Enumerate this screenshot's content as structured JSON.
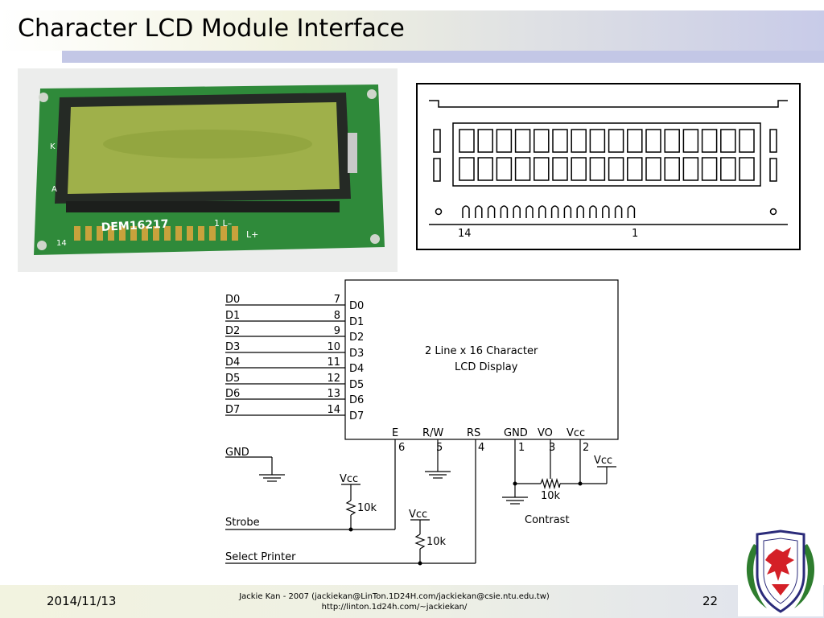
{
  "slide": {
    "title": "Character LCD Module Interface"
  },
  "photo": {
    "module_marking": "DEM16217",
    "label_1l": "1 L–",
    "label_lplus": "L+",
    "label_k": "K",
    "label_a": "A",
    "label_14": "14"
  },
  "outline": {
    "pin_left": "14",
    "pin_right": "1"
  },
  "schematic": {
    "display_line1": "2 Line x 16 Character",
    "display_line2": "LCD Display",
    "data_pins": [
      {
        "signal": "D0",
        "pin": "7",
        "port": "D0"
      },
      {
        "signal": "D1",
        "pin": "8",
        "port": "D1"
      },
      {
        "signal": "D2",
        "pin": "9",
        "port": "D2"
      },
      {
        "signal": "D3",
        "pin": "10",
        "port": "D3"
      },
      {
        "signal": "D4",
        "pin": "11",
        "port": "D4"
      },
      {
        "signal": "D5",
        "pin": "12",
        "port": "D5"
      },
      {
        "signal": "D6",
        "pin": "13",
        "port": "D6"
      },
      {
        "signal": "D7",
        "pin": "14",
        "port": "D7"
      }
    ],
    "bottom_pins": {
      "e": {
        "name": "E",
        "pin": "6"
      },
      "rw": {
        "name": "R/W",
        "pin": "5"
      },
      "rs": {
        "name": "RS",
        "pin": "4"
      },
      "gnd": {
        "name": "GND",
        "pin": "1"
      },
      "vo": {
        "name": "VO",
        "pin": "3"
      },
      "vcc": {
        "name": "Vcc",
        "pin": "2"
      }
    },
    "gnd_label": "GND",
    "strobe_label": "Strobe",
    "select_printer_label": "Select Printer",
    "vcc_label": "Vcc",
    "resistor_value": "10k",
    "contrast_label": "Contrast"
  },
  "footer": {
    "date": "2014/11/13",
    "credit_line1": "Jackie Kan - 2007 (jackiekan@LinTon.1D24H.com/jackiekan@csie.ntu.edu.tw)",
    "credit_line2": "http://linton.1d24h.com/~jackiekan/",
    "page_number": "22"
  },
  "colors": {
    "title_bar": "#c3c7e6",
    "pcb_green": "#2f8a3a",
    "lcd_glass": "#9fb04a",
    "crest_red": "#d42027",
    "crest_green": "#2e7d2e"
  }
}
